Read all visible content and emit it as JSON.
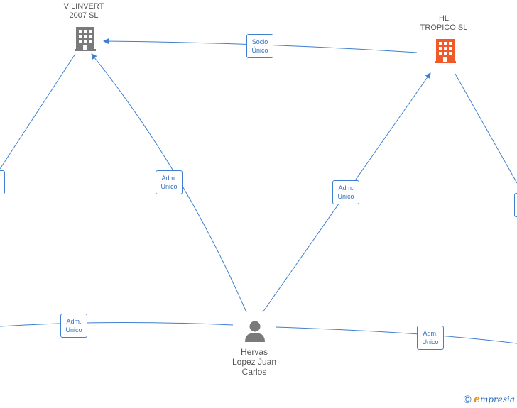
{
  "nodes": {
    "vilinvert": {
      "lines": [
        "VILINVERT",
        "2007 SL"
      ],
      "icon": "building-icon",
      "color": "#7a7a7a"
    },
    "hl_tropico": {
      "lines": [
        "HL",
        "TROPICO  SL"
      ],
      "icon": "building-icon",
      "color": "#f05a28"
    },
    "hervas": {
      "lines": [
        "Hervas",
        "Lopez Juan",
        "Carlos"
      ],
      "icon": "person-icon",
      "color": "#7a7a7a"
    }
  },
  "edge_labels": {
    "socio_unico": [
      "Socio",
      "Único"
    ],
    "adm_unico_vilinvert": [
      "Adm.",
      "Unico"
    ],
    "adm_unico_tropico": [
      "Adm.",
      "Unico"
    ],
    "adm_unico_left": [
      "Adm.",
      "Unico"
    ],
    "adm_unico_right": [
      "Adm.",
      "Unico"
    ]
  },
  "colors": {
    "edge": "#3f7fcf",
    "edge_label_text": "#2f6fc0",
    "node_text": "#555555"
  },
  "footer": {
    "copyright": "©",
    "brand_initial": "e",
    "brand_rest": "mpresia"
  }
}
